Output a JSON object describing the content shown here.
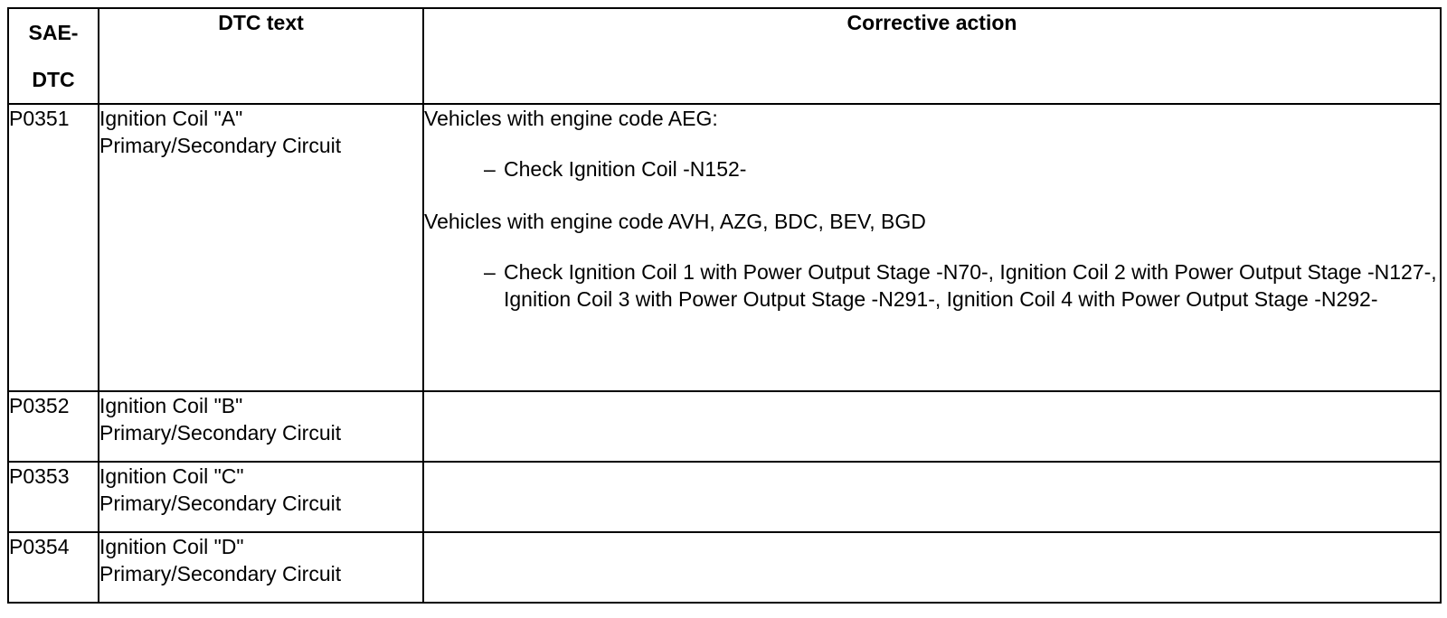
{
  "headers": {
    "code_line1": "SAE-",
    "code_line2": "DTC",
    "text": "DTC text",
    "action": "Corrective action"
  },
  "rows": [
    {
      "code": "P0351",
      "text_line1": "Ignition Coil \"A\"",
      "text_line2": "Primary/Secondary Circuit",
      "action": {
        "group1_title": "Vehicles with engine code AEG:",
        "group1_dash": "–",
        "group1_item": "Check Ignition Coil -N152-",
        "group2_title": "Vehicles with engine code AVH, AZG, BDC, BEV, BGD",
        "group2_dash": "–",
        "group2_item": "Check Ignition Coil 1 with Power Output Stage -N70-, Ignition Coil 2 with Power Output Stage -N127-, Ignition Coil 3 with Power Output Stage -N291-, Ignition Coil 4 with Power Output Stage -N292-"
      }
    },
    {
      "code": "P0352",
      "text_line1": "Ignition Coil \"B\"",
      "text_line2": "Primary/Secondary Circuit"
    },
    {
      "code": "P0353",
      "text_line1": "Ignition Coil \"C\"",
      "text_line2": "Primary/Secondary Circuit"
    },
    {
      "code": "P0354",
      "text_line1": "Ignition Coil \"D\"",
      "text_line2": "Primary/Secondary Circuit"
    }
  ]
}
